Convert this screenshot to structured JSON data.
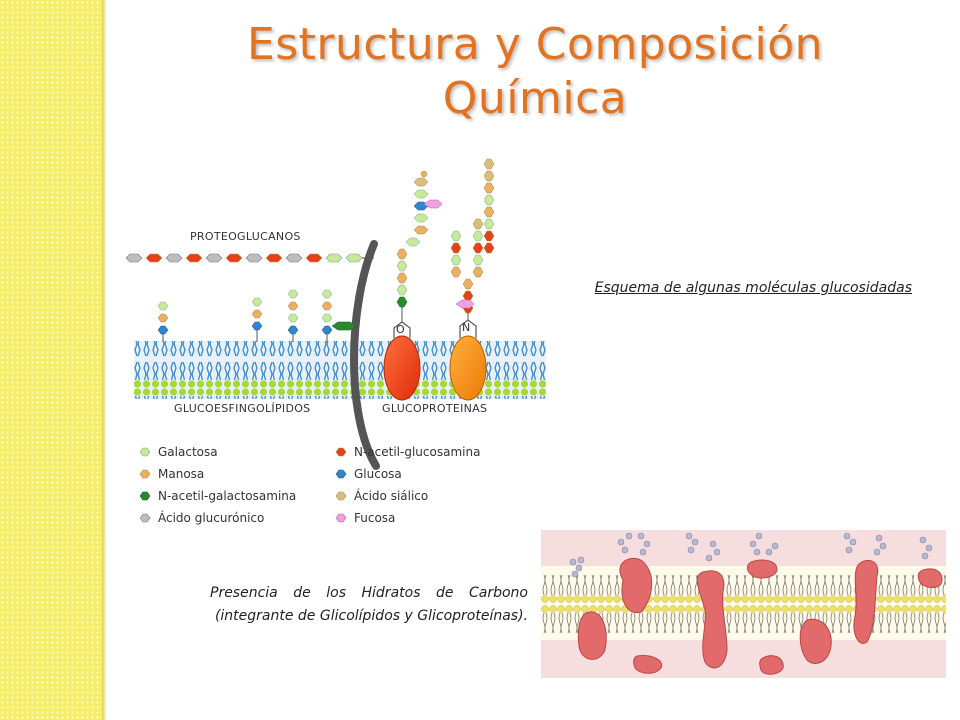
{
  "title": {
    "line1": "Estructura y Composición",
    "line2": "Química"
  },
  "diagram": {
    "label_top": "PROTEOGLUCANOS",
    "label_left": "GLUCOESFINGOLÍPIDOS",
    "label_right": "GLUCOPROTEINAS",
    "linkage_o": "O",
    "linkage_n": "N",
    "legend": [
      {
        "name": "Galactosa",
        "color": "#c8e89a"
      },
      {
        "name": "Manosa",
        "color": "#e8b060"
      },
      {
        "name": "N-acetil-galactosamina",
        "color": "#2a8a2a"
      },
      {
        "name": "Ácido glucurónico",
        "color": "#bdbdbd"
      },
      {
        "name": "N-acetil-glucosamina",
        "color": "#e8401c"
      },
      {
        "name": "Glucosa",
        "color": "#2c86d0"
      },
      {
        "name": "Ácido siálico",
        "color": "#d8c07a"
      },
      {
        "name": "Fucosa",
        "color": "#f0a0e0"
      }
    ],
    "caption": "Esquema de algunas moléculas glucosidadas"
  },
  "membrane": {
    "caption": "Presencia de los Hidratos de Carbono (integrante de Glicolípidos y Glicoproteínas)."
  },
  "colors": {
    "title": "#e3731f",
    "side_strip": "#f4ee6a",
    "protein_red": "#f04010",
    "protein_orange": "#f48a10",
    "membrane_protein": "#e36a6a"
  }
}
